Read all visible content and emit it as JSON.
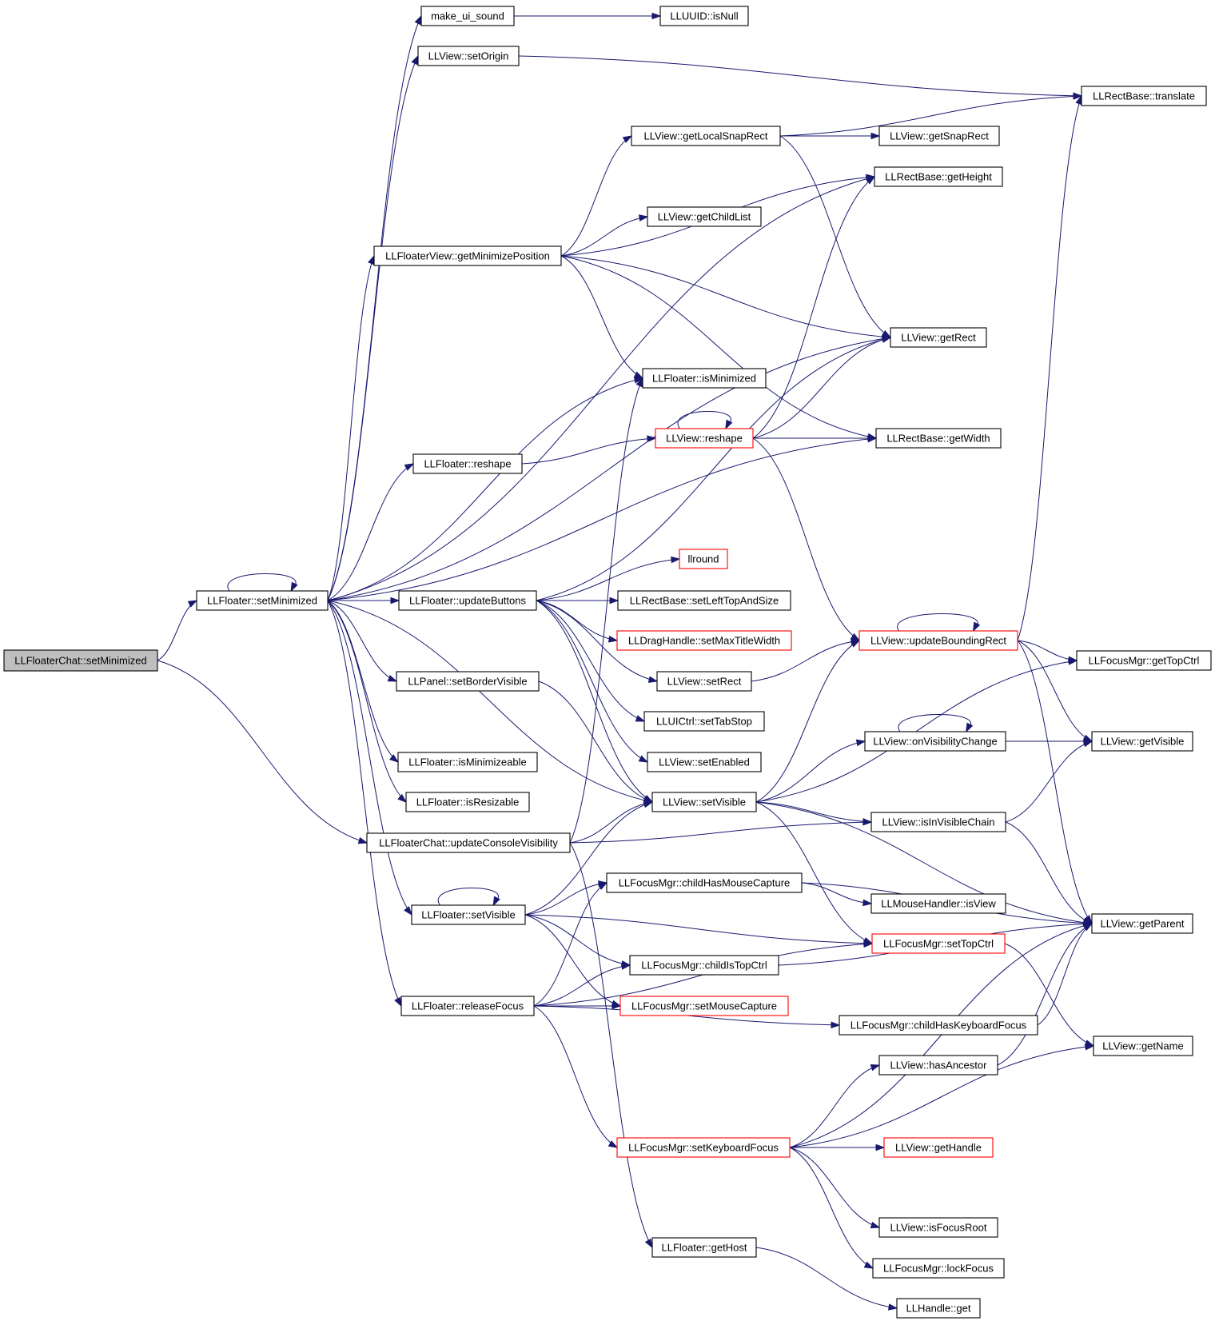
{
  "nodes": [
    {
      "id": "n00",
      "label": "LLFloaterChat::setMinimized",
      "style": "root"
    },
    {
      "id": "n01",
      "label": "LLFloater::setMinimized",
      "style": "normal"
    },
    {
      "id": "n02",
      "label": "LLFloaterChat::updateConsoleVisibility",
      "style": "normal"
    },
    {
      "id": "n03",
      "label": "make_ui_sound",
      "style": "normal"
    },
    {
      "id": "n04",
      "label": "LLView::setOrigin",
      "style": "normal"
    },
    {
      "id": "n05",
      "label": "LLFloaterView::getMinimizePosition",
      "style": "normal"
    },
    {
      "id": "n06",
      "label": "LLFloater::reshape",
      "style": "normal"
    },
    {
      "id": "n07",
      "label": "LLFloater::updateButtons",
      "style": "normal"
    },
    {
      "id": "n08",
      "label": "LLPanel::setBorderVisible",
      "style": "normal"
    },
    {
      "id": "n09",
      "label": "LLFloater::isMinimizeable",
      "style": "normal"
    },
    {
      "id": "n10",
      "label": "LLFloater::isResizable",
      "style": "normal"
    },
    {
      "id": "n11",
      "label": "LLFloater::setVisible",
      "style": "normal"
    },
    {
      "id": "n12",
      "label": "LLFloater::releaseFocus",
      "style": "normal"
    },
    {
      "id": "n13",
      "label": "LLUUID::isNull",
      "style": "normal"
    },
    {
      "id": "n14",
      "label": "LLView::getLocalSnapRect",
      "style": "normal"
    },
    {
      "id": "n15",
      "label": "LLView::getChildList",
      "style": "normal"
    },
    {
      "id": "n16",
      "label": "LLFloater::isMinimized",
      "style": "normal"
    },
    {
      "id": "n17",
      "label": "LLView::reshape",
      "style": "red"
    },
    {
      "id": "n18",
      "label": "llround",
      "style": "red"
    },
    {
      "id": "n19",
      "label": "LLRectBase::setLeftTopAndSize",
      "style": "normal"
    },
    {
      "id": "n20",
      "label": "LLDragHandle::setMaxTitleWidth",
      "style": "red"
    },
    {
      "id": "n21",
      "label": "LLView::setRect",
      "style": "normal"
    },
    {
      "id": "n22",
      "label": "LLUICtrl::setTabStop",
      "style": "normal"
    },
    {
      "id": "n23",
      "label": "LLView::setEnabled",
      "style": "normal"
    },
    {
      "id": "n24",
      "label": "LLView::setVisible",
      "style": "normal"
    },
    {
      "id": "n25",
      "label": "LLFocusMgr::childHasMouseCapture",
      "style": "normal"
    },
    {
      "id": "n26",
      "label": "LLFocusMgr::childIsTopCtrl",
      "style": "normal"
    },
    {
      "id": "n27",
      "label": "LLFocusMgr::setMouseCapture",
      "style": "red"
    },
    {
      "id": "n28",
      "label": "LLFocusMgr::setKeyboardFocus",
      "style": "red"
    },
    {
      "id": "n29",
      "label": "LLFloater::getHost",
      "style": "normal"
    },
    {
      "id": "n30",
      "label": "LLView::getSnapRect",
      "style": "normal"
    },
    {
      "id": "n31",
      "label": "LLRectBase::getHeight",
      "style": "normal"
    },
    {
      "id": "n32",
      "label": "LLView::getRect",
      "style": "normal"
    },
    {
      "id": "n33",
      "label": "LLRectBase::getWidth",
      "style": "normal"
    },
    {
      "id": "n34",
      "label": "LLView::updateBoundingRect",
      "style": "red"
    },
    {
      "id": "n35",
      "label": "LLView::onVisibilityChange",
      "style": "normal"
    },
    {
      "id": "n36",
      "label": "LLView::isInVisibleChain",
      "style": "normal"
    },
    {
      "id": "n37",
      "label": "LLMouseHandler::isView",
      "style": "normal"
    },
    {
      "id": "n38",
      "label": "LLFocusMgr::setTopCtrl",
      "style": "red"
    },
    {
      "id": "n39",
      "label": "LLFocusMgr::childHasKeyboardFocus",
      "style": "normal"
    },
    {
      "id": "n40",
      "label": "LLView::hasAncestor",
      "style": "normal"
    },
    {
      "id": "n41",
      "label": "LLView::getHandle",
      "style": "red"
    },
    {
      "id": "n42",
      "label": "LLView::isFocusRoot",
      "style": "normal"
    },
    {
      "id": "n43",
      "label": "LLFocusMgr::lockFocus",
      "style": "normal"
    },
    {
      "id": "n44",
      "label": "LLHandle::get",
      "style": "normal"
    },
    {
      "id": "n45",
      "label": "LLRectBase::translate",
      "style": "normal"
    },
    {
      "id": "n46",
      "label": "LLFocusMgr::getTopCtrl",
      "style": "normal"
    },
    {
      "id": "n47",
      "label": "LLView::getVisible",
      "style": "normal"
    },
    {
      "id": "n48",
      "label": "LLView::getParent",
      "style": "normal"
    },
    {
      "id": "n49",
      "label": "LLView::getName",
      "style": "normal"
    }
  ],
  "edges": [
    [
      "n00",
      "n01"
    ],
    [
      "n00",
      "n02"
    ],
    [
      "n01",
      "n03"
    ],
    [
      "n01",
      "n04"
    ],
    [
      "n01",
      "n05"
    ],
    [
      "n01",
      "n06"
    ],
    [
      "n01",
      "n07"
    ],
    [
      "n01",
      "n08"
    ],
    [
      "n01",
      "n09"
    ],
    [
      "n01",
      "n10"
    ],
    [
      "n01",
      "n11"
    ],
    [
      "n01",
      "n12"
    ],
    [
      "n01",
      "n01"
    ],
    [
      "n01",
      "n16"
    ],
    [
      "n01",
      "n32"
    ],
    [
      "n01",
      "n33"
    ],
    [
      "n01",
      "n24"
    ],
    [
      "n01",
      "n31"
    ],
    [
      "n03",
      "n13"
    ],
    [
      "n04",
      "n45"
    ],
    [
      "n05",
      "n14"
    ],
    [
      "n05",
      "n15"
    ],
    [
      "n05",
      "n31"
    ],
    [
      "n05",
      "n32"
    ],
    [
      "n05",
      "n16"
    ],
    [
      "n05",
      "n33"
    ],
    [
      "n14",
      "n30"
    ],
    [
      "n14",
      "n45"
    ],
    [
      "n14",
      "n32"
    ],
    [
      "n06",
      "n17"
    ],
    [
      "n17",
      "n17"
    ],
    [
      "n17",
      "n31"
    ],
    [
      "n17",
      "n32"
    ],
    [
      "n17",
      "n33"
    ],
    [
      "n17",
      "n34"
    ],
    [
      "n07",
      "n18"
    ],
    [
      "n07",
      "n19"
    ],
    [
      "n07",
      "n20"
    ],
    [
      "n07",
      "n21"
    ],
    [
      "n07",
      "n22"
    ],
    [
      "n07",
      "n23"
    ],
    [
      "n07",
      "n24"
    ],
    [
      "n07",
      "n32"
    ],
    [
      "n08",
      "n24"
    ],
    [
      "n02",
      "n16"
    ],
    [
      "n02",
      "n24"
    ],
    [
      "n02",
      "n36"
    ],
    [
      "n02",
      "n29"
    ],
    [
      "n11",
      "n11"
    ],
    [
      "n11",
      "n24"
    ],
    [
      "n11",
      "n25"
    ],
    [
      "n11",
      "n26"
    ],
    [
      "n11",
      "n27"
    ],
    [
      "n11",
      "n38"
    ],
    [
      "n12",
      "n25"
    ],
    [
      "n12",
      "n26"
    ],
    [
      "n12",
      "n27"
    ],
    [
      "n12",
      "n28"
    ],
    [
      "n12",
      "n38"
    ],
    [
      "n12",
      "n39"
    ],
    [
      "n21",
      "n34"
    ],
    [
      "n24",
      "n34"
    ],
    [
      "n24",
      "n35"
    ],
    [
      "n24",
      "n36"
    ],
    [
      "n24",
      "n46"
    ],
    [
      "n24",
      "n48"
    ],
    [
      "n24",
      "n38"
    ],
    [
      "n34",
      "n34"
    ],
    [
      "n34",
      "n45"
    ],
    [
      "n34",
      "n46"
    ],
    [
      "n34",
      "n47"
    ],
    [
      "n34",
      "n48"
    ],
    [
      "n35",
      "n35"
    ],
    [
      "n35",
      "n47"
    ],
    [
      "n36",
      "n47"
    ],
    [
      "n36",
      "n48"
    ],
    [
      "n25",
      "n37"
    ],
    [
      "n25",
      "n48"
    ],
    [
      "n26",
      "n48"
    ],
    [
      "n38",
      "n49"
    ],
    [
      "n39",
      "n48"
    ],
    [
      "n40",
      "n48"
    ],
    [
      "n28",
      "n40"
    ],
    [
      "n28",
      "n41"
    ],
    [
      "n28",
      "n42"
    ],
    [
      "n28",
      "n43"
    ],
    [
      "n28",
      "n48"
    ],
    [
      "n28",
      "n49"
    ],
    [
      "n29",
      "n44"
    ]
  ]
}
